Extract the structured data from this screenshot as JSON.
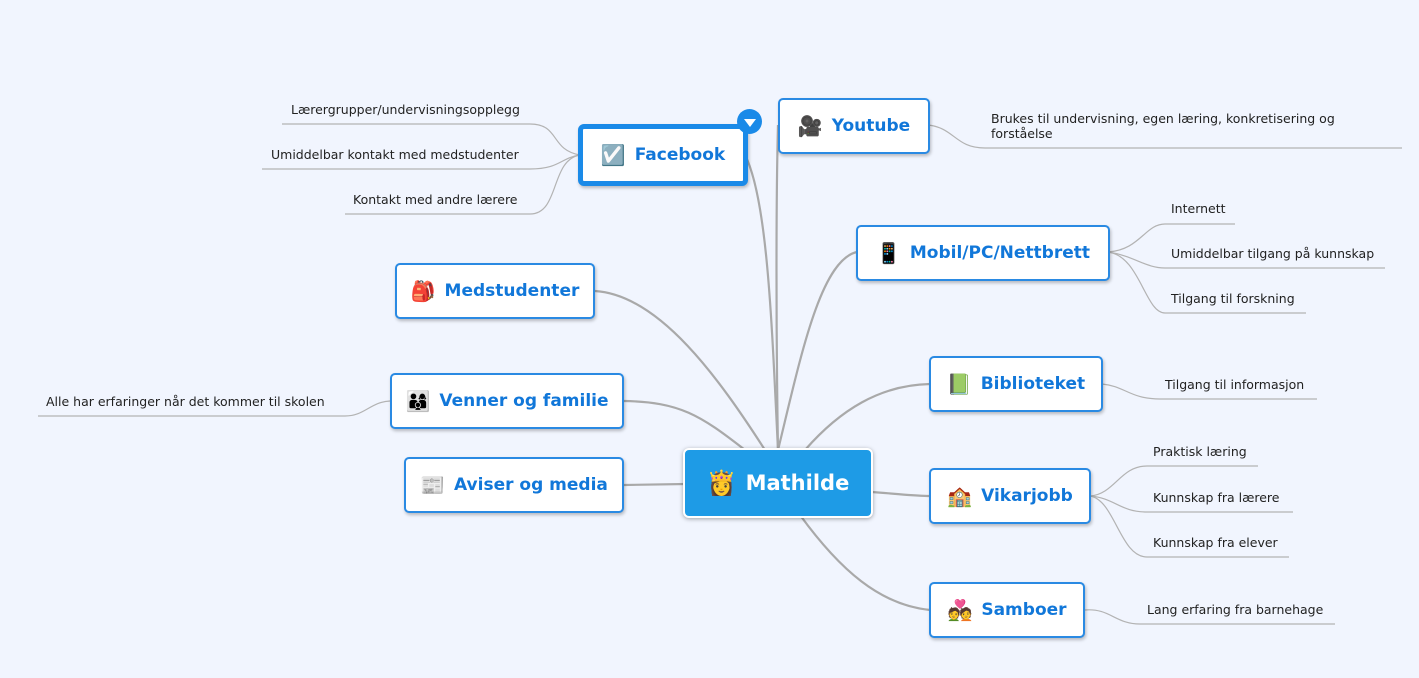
{
  "root": {
    "label": "Mathilde",
    "icon": "👸"
  },
  "topics": {
    "facebook": {
      "label": "Facebook",
      "icon": "☑️"
    },
    "youtube": {
      "label": "Youtube",
      "icon": "🎥"
    },
    "mobil": {
      "label": "Mobil/PC/Nettbrett",
      "icon": "📱"
    },
    "medstudenter": {
      "label": "Medstudenter",
      "icon": "🎒"
    },
    "venner": {
      "label": "Venner og familie",
      "icon": "👨‍👩‍👦"
    },
    "aviser": {
      "label": "Aviser og media",
      "icon": "📰"
    },
    "biblioteket": {
      "label": "Biblioteket",
      "icon": "📗"
    },
    "vikarjobb": {
      "label": "Vikarjobb",
      "icon": "🏫"
    },
    "samboer": {
      "label": "Samboer",
      "icon": "💑"
    }
  },
  "leaves": {
    "facebook": [
      "Lærergrupper/undervisningsopplegg",
      "Umiddelbar kontakt med medstudenter",
      "Kontakt med andre lærere"
    ],
    "youtube": [
      "Brukes til undervisning, egen læring, konkretisering og forståelse"
    ],
    "mobil": [
      "Internett",
      "Umiddelbar tilgang på kunnskap",
      "Tilgang til forskning"
    ],
    "venner": [
      "Alle har erfaringer når det kommer til skolen"
    ],
    "biblioteket": [
      "Tilgang til informasjon"
    ],
    "vikarjobb": [
      "Praktisk læring",
      "Kunnskap fra lærere",
      "Kunnskap fra elever"
    ],
    "samboer": [
      "Lang erfaring fra barnehage"
    ]
  },
  "colors": {
    "background": "#f1f5fe",
    "accent": "#1e9be6",
    "topic_text": "#1177d9",
    "line": "#a9a9a9"
  },
  "icons": {
    "collapse_toggle": "chevron-down-icon"
  }
}
